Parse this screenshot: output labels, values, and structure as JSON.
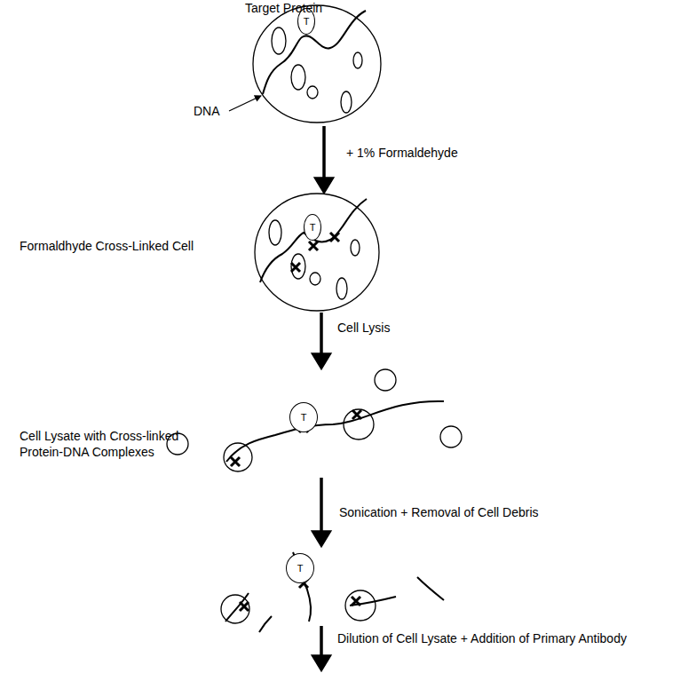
{
  "diagram": {
    "nodes": [
      {
        "text": [
          "T"
        ]
      },
      {
        "text": [
          "T"
        ]
      },
      {
        "text": [
          "T"
        ]
      },
      {
        "text": [
          "T"
        ]
      }
    ],
    "labels": [
      "Target Protein",
      "DNA",
      "+ 1% Formaldehyde",
      "Formaldhyde Cross-Linked Cell",
      "Cell Lysis",
      "Cell Lysate with Cross-linked Protein-DNA Complexes",
      "Sonication + Removal of Cell Debris",
      "Dilution of Cell Lysate + Addition of Primary Antibody"
    ]
  }
}
